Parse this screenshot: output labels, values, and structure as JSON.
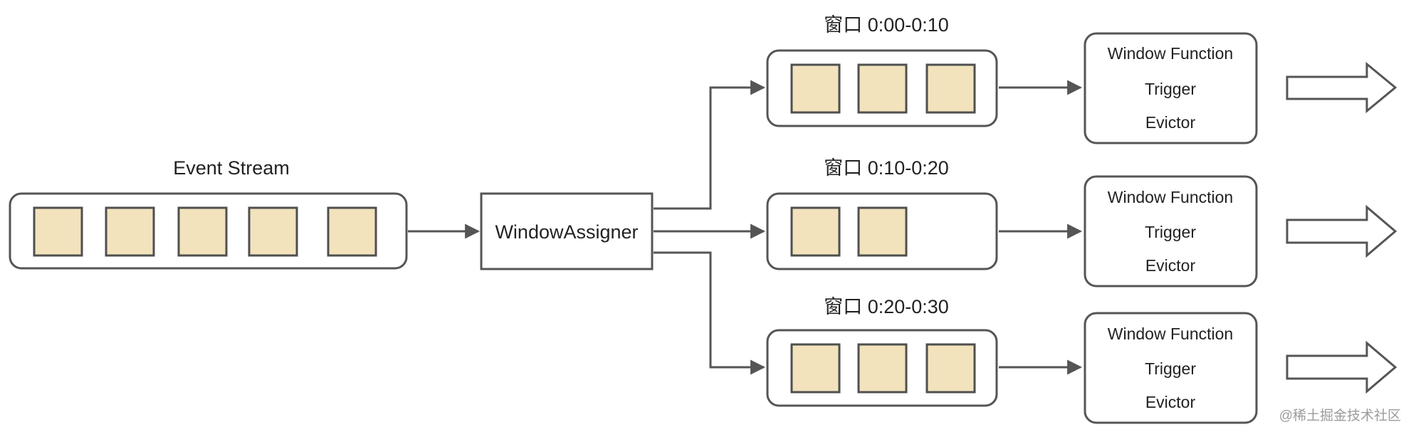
{
  "stream": {
    "label": "Event Stream",
    "event_count": 5
  },
  "assigner": {
    "label": "WindowAssigner"
  },
  "windows": [
    {
      "label": "窗口 0:00-0:10",
      "event_count": 3,
      "functions": [
        "Window Function",
        "Trigger",
        "Evictor"
      ]
    },
    {
      "label": "窗口 0:10-0:20",
      "event_count": 2,
      "functions": [
        "Window Function",
        "Trigger",
        "Evictor"
      ]
    },
    {
      "label": "窗口 0:20-0:30",
      "event_count": 3,
      "functions": [
        "Window Function",
        "Trigger",
        "Evictor"
      ]
    }
  ],
  "watermark": "@稀土掘金技术社区",
  "colors": {
    "event_fill": "#f2e3bd",
    "stroke": "#555555",
    "text": "#222222"
  }
}
